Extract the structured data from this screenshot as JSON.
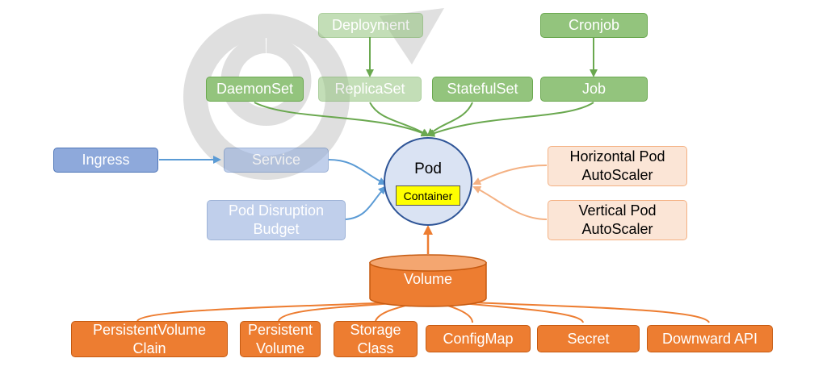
{
  "nodes": {
    "deployment": "Deployment",
    "cronjob": "Cronjob",
    "daemonset": "DaemonSet",
    "replicaset": "ReplicaSet",
    "statefulset": "StatefulSet",
    "job": "Job",
    "ingress": "Ingress",
    "service": "Service",
    "pod_disruption_budget": "Pod Disruption\nBudget",
    "pod": "Pod",
    "container": "Container",
    "hpa": "Horizontal Pod\nAutoScaler",
    "vpa": "Vertical Pod\nAutoScaler",
    "volume": "Volume",
    "pvc": "PersistentVolume\nClain",
    "pv": "Persistent\nVolume",
    "storage_class": "Storage\nClass",
    "configmap": "ConfigMap",
    "secret": "Secret",
    "downward_api": "Downward API"
  },
  "colors": {
    "green_fill": "#93c47d",
    "green_line": "#6aa84f",
    "blue_fill": "#8ea9db",
    "blue_line": "#4f76b8",
    "peach_fill": "#fbe5d6",
    "peach_line": "#f4b183",
    "orange_fill": "#ed7d31",
    "orange_line": "#c55a11",
    "pod_fill": "#dae3f3",
    "container_fill": "#ffff00"
  }
}
